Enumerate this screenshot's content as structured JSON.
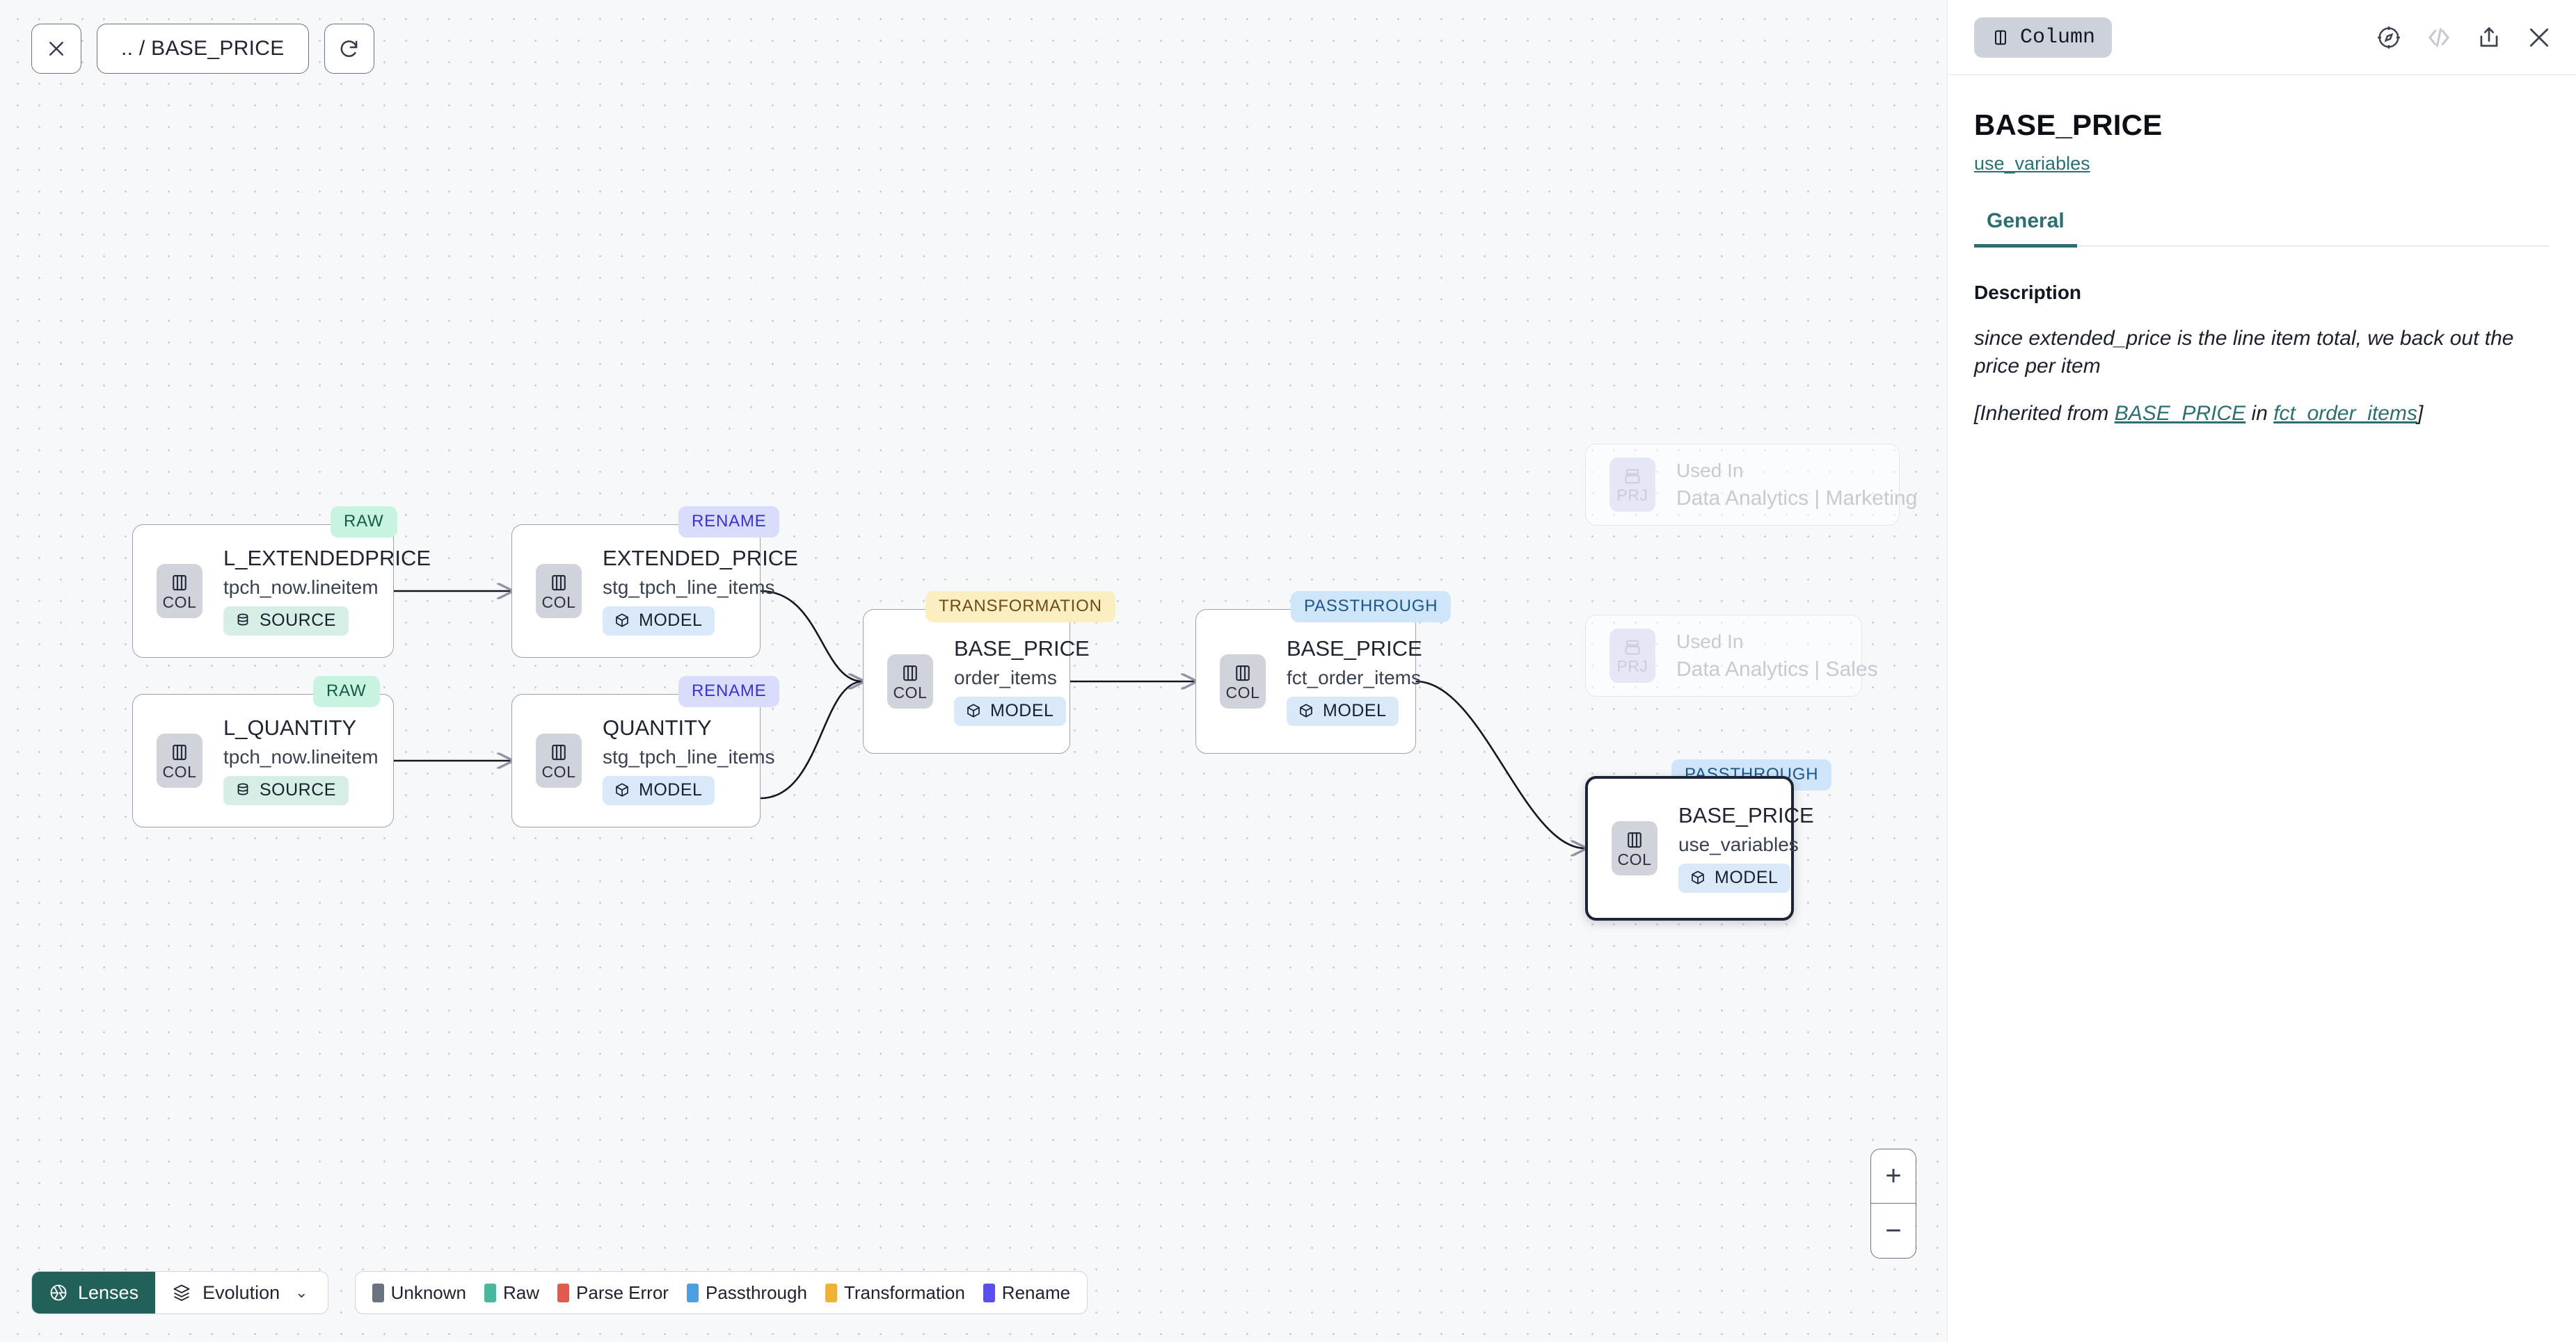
{
  "canvas": {
    "toolbar": {
      "close_label": "✕",
      "breadcrumb": ".. / BASE_PRICE",
      "refresh_label": "↻"
    },
    "nodes": [
      {
        "badge": "RAW",
        "title": "L_EXTENDEDPRICE",
        "subtitle": "tpch_now.lineitem",
        "chip": "COL",
        "tag": "SOURCE"
      },
      {
        "badge": "RENAME",
        "title": "EXTENDED_PRICE",
        "subtitle": "stg_tpch_line_items",
        "chip": "COL",
        "tag": "MODEL"
      },
      {
        "badge": "RAW",
        "title": "L_QUANTITY",
        "subtitle": "tpch_now.lineitem",
        "chip": "COL",
        "tag": "SOURCE"
      },
      {
        "badge": "RENAME",
        "title": "QUANTITY",
        "subtitle": "stg_tpch_line_items",
        "chip": "COL",
        "tag": "MODEL"
      },
      {
        "badge": "TRANSFORMATION",
        "title": "BASE_PRICE",
        "subtitle": "order_items",
        "chip": "COL",
        "tag": "MODEL"
      },
      {
        "badge": "PASSTHROUGH",
        "title": "BASE_PRICE",
        "subtitle": "fct_order_items",
        "chip": "COL",
        "tag": "MODEL"
      },
      {
        "badge": "PASSTHROUGH",
        "title": "BASE_PRICE",
        "subtitle": "use_variables",
        "chip": "COL",
        "tag": "MODEL"
      }
    ],
    "ghost_nodes": [
      {
        "chip": "PRJ",
        "title": "Used In",
        "subtitle": "Data Analytics | Marketing"
      },
      {
        "chip": "PRJ",
        "title": "Used In",
        "subtitle": "Data Analytics | Sales"
      }
    ],
    "bottom_bar": {
      "lenses_label": "Lenses",
      "evolution_label": "Evolution",
      "chevron": "⌄",
      "legend": [
        {
          "label": "Unknown",
          "color": "#6b7280"
        },
        {
          "label": "Raw",
          "color": "#48b79b"
        },
        {
          "label": "Parse Error",
          "color": "#e05a4f"
        },
        {
          "label": "Passthrough",
          "color": "#4d9fe0"
        },
        {
          "label": "Transformation",
          "color": "#edb339"
        },
        {
          "label": "Rename",
          "color": "#5a4ef0"
        }
      ]
    },
    "zoom": {
      "in": "+",
      "out": "−"
    }
  },
  "panel": {
    "type_label": "Column",
    "title": "BASE_PRICE",
    "parent_link": "use_variables",
    "tabs": [
      {
        "label": "General"
      }
    ],
    "description": {
      "heading": "Description",
      "text": "since extended_price is the line item total, we back out the price per item",
      "inherited_prefix": "[Inherited from ",
      "inherited_column": "BASE_PRICE",
      "inherited_mid": " in ",
      "inherited_model": "fct_order_items",
      "inherited_suffix": "]"
    },
    "accent_color": "#2d6f71"
  }
}
